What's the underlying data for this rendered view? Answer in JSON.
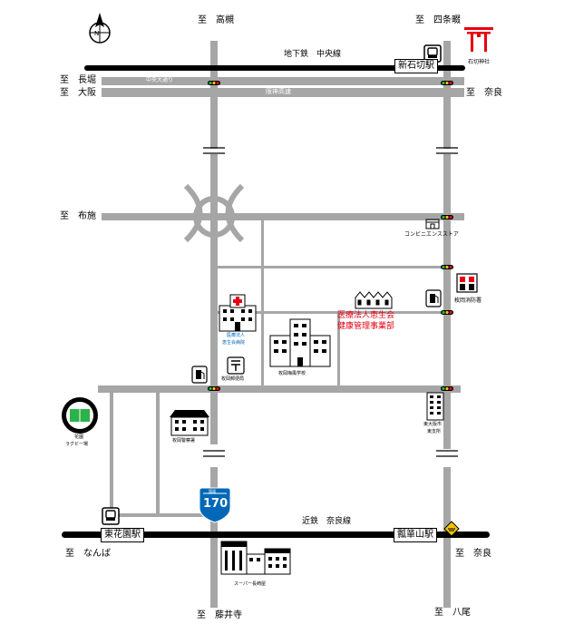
{
  "directions": {
    "takatsuki": "至　高槻",
    "shijonawate": "至　四条畷",
    "nagahori": "至　長堀",
    "osaka": "至　大阪",
    "nara_top": "至　奈良",
    "fuse": "至　布施",
    "namba": "至　なんば",
    "nara_bottom": "至　奈良",
    "fujiidera": "至　藤井寺",
    "yao": "至　八尾"
  },
  "railways": {
    "subway_chuo": "地下鉄　中央線",
    "kintetsu_nara": "近鉄　奈良線"
  },
  "roads": {
    "chuo_odori": "中央大通り",
    "hanshin_expressway": "阪神高速",
    "route_number": "170",
    "route_kanji": "国道"
  },
  "stations": {
    "shin_ishikiri": "新石切駅",
    "higashi_hanazono": "東花園駅",
    "hyotan_yama": "瓢箪山駅"
  },
  "landmarks": {
    "ishikiri_shrine": "石切神社",
    "convenience_store": "コンビニエンスストア",
    "fire_station": "枚岡消防署",
    "hospital": "医療法人\n恵生会病院",
    "hospital_line1": "医療法人",
    "hospital_line2": "恵生会病院",
    "post_office": "枚岡郵便局",
    "school": "枚岡梅風学校",
    "target_line1": "医療法人恵生会",
    "target_line2": "健康管理事業部",
    "city_office_line1": "東大阪市",
    "city_office_line2": "東支所",
    "rugby_line1": "花園",
    "rugby_line2": "ラグビー場",
    "police": "枚岡警察署",
    "supermarket": "スーパー長崎屋"
  },
  "compass": "N",
  "colors": {
    "road": "#a6a6a6",
    "railway": "#000000",
    "highlight": "#e60012",
    "route_sign": "#0068b7",
    "signal_green": "#2bb34a",
    "signal_red": "#e60012",
    "signal_yellow": "#f5c400"
  }
}
